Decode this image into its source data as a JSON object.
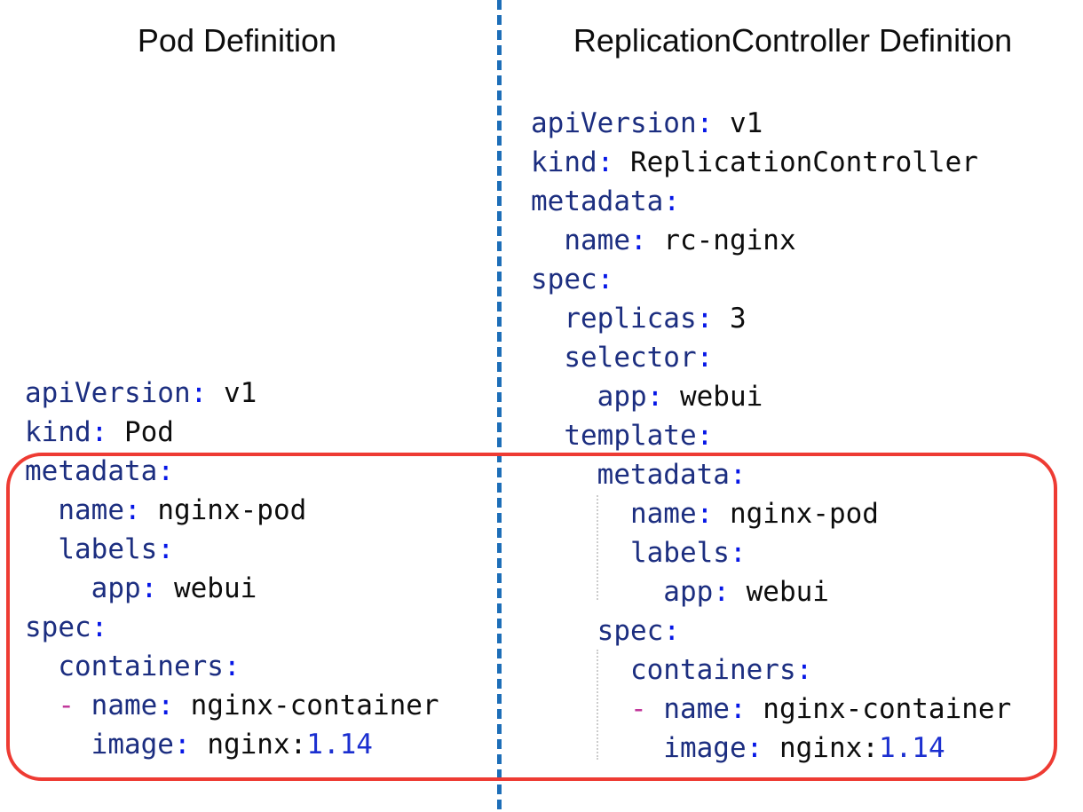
{
  "titles": {
    "left": "Pod Definition",
    "right": "ReplicationController Definition"
  },
  "colors": {
    "title_text": "#0d0d0d",
    "yaml_key": "#1c2e80",
    "yaml_colon": "#0617e6",
    "yaml_value": "#0d0d0d",
    "yaml_number": "#1b2fd0",
    "yaml_dash": "#c2399b",
    "divider_blue": "#1d6eb8",
    "highlight_red": "#ee3b33",
    "indent_guide_gray": "#cccccc",
    "background": "#ffffff"
  },
  "pod_yaml": {
    "lines": [
      {
        "tokens": [
          {
            "c": "key",
            "t": "apiVersion"
          },
          {
            "c": "colon",
            "t": ": "
          },
          {
            "c": "val",
            "t": "v1"
          }
        ]
      },
      {
        "tokens": [
          {
            "c": "key",
            "t": "kind"
          },
          {
            "c": "colon",
            "t": ": "
          },
          {
            "c": "val",
            "t": "Pod"
          }
        ]
      },
      {
        "tokens": [
          {
            "c": "key",
            "t": "metadata"
          },
          {
            "c": "colon",
            "t": ":"
          }
        ]
      },
      {
        "tokens": [
          {
            "c": "key",
            "t": "  name"
          },
          {
            "c": "colon",
            "t": ": "
          },
          {
            "c": "val",
            "t": "nginx-pod"
          }
        ]
      },
      {
        "tokens": [
          {
            "c": "key",
            "t": "  labels"
          },
          {
            "c": "colon",
            "t": ":"
          }
        ]
      },
      {
        "tokens": [
          {
            "c": "key",
            "t": "    app"
          },
          {
            "c": "colon",
            "t": ": "
          },
          {
            "c": "val",
            "t": "webui"
          }
        ]
      },
      {
        "tokens": [
          {
            "c": "key",
            "t": "spec"
          },
          {
            "c": "colon",
            "t": ":"
          }
        ]
      },
      {
        "tokens": [
          {
            "c": "key",
            "t": "  containers"
          },
          {
            "c": "colon",
            "t": ":"
          }
        ]
      },
      {
        "tokens": [
          {
            "c": "dash",
            "t": "  - "
          },
          {
            "c": "key",
            "t": "name"
          },
          {
            "c": "colon",
            "t": ": "
          },
          {
            "c": "val",
            "t": "nginx-container"
          }
        ]
      },
      {
        "tokens": [
          {
            "c": "key",
            "t": "    image"
          },
          {
            "c": "colon",
            "t": ": "
          },
          {
            "c": "val",
            "t": "nginx:"
          },
          {
            "c": "num",
            "t": "1.14"
          }
        ]
      }
    ]
  },
  "rc_yaml": {
    "lines": [
      {
        "tokens": [
          {
            "c": "key",
            "t": "apiVersion"
          },
          {
            "c": "colon",
            "t": ": "
          },
          {
            "c": "val",
            "t": "v1"
          }
        ]
      },
      {
        "tokens": [
          {
            "c": "key",
            "t": "kind"
          },
          {
            "c": "colon",
            "t": ": "
          },
          {
            "c": "val",
            "t": "ReplicationController"
          }
        ]
      },
      {
        "tokens": [
          {
            "c": "key",
            "t": "metadata"
          },
          {
            "c": "colon",
            "t": ":"
          }
        ]
      },
      {
        "tokens": [
          {
            "c": "key",
            "t": "  name"
          },
          {
            "c": "colon",
            "t": ": "
          },
          {
            "c": "val",
            "t": "rc-nginx"
          }
        ]
      },
      {
        "tokens": [
          {
            "c": "key",
            "t": "spec"
          },
          {
            "c": "colon",
            "t": ":"
          }
        ]
      },
      {
        "tokens": [
          {
            "c": "key",
            "t": "  replicas"
          },
          {
            "c": "colon",
            "t": ": "
          },
          {
            "c": "val",
            "t": "3"
          }
        ]
      },
      {
        "tokens": [
          {
            "c": "key",
            "t": "  selector"
          },
          {
            "c": "colon",
            "t": ":"
          }
        ]
      },
      {
        "tokens": [
          {
            "c": "key",
            "t": "    app"
          },
          {
            "c": "colon",
            "t": ": "
          },
          {
            "c": "val",
            "t": "webui"
          }
        ]
      },
      {
        "tokens": [
          {
            "c": "key",
            "t": "  template"
          },
          {
            "c": "colon",
            "t": ":"
          }
        ]
      },
      {
        "tokens": [
          {
            "c": "key",
            "t": "    metadata"
          },
          {
            "c": "colon",
            "t": ":"
          }
        ]
      },
      {
        "tokens": [
          {
            "c": "key",
            "t": "      name"
          },
          {
            "c": "colon",
            "t": ": "
          },
          {
            "c": "val",
            "t": "nginx-pod"
          }
        ]
      },
      {
        "tokens": [
          {
            "c": "key",
            "t": "      labels"
          },
          {
            "c": "colon",
            "t": ":"
          }
        ]
      },
      {
        "tokens": [
          {
            "c": "key",
            "t": "        app"
          },
          {
            "c": "colon",
            "t": ": "
          },
          {
            "c": "val",
            "t": "webui"
          }
        ]
      },
      {
        "tokens": [
          {
            "c": "key",
            "t": "    spec"
          },
          {
            "c": "colon",
            "t": ":"
          }
        ]
      },
      {
        "tokens": [
          {
            "c": "key",
            "t": "      containers"
          },
          {
            "c": "colon",
            "t": ":"
          }
        ]
      },
      {
        "tokens": [
          {
            "c": "dash",
            "t": "      - "
          },
          {
            "c": "key",
            "t": "name"
          },
          {
            "c": "colon",
            "t": ": "
          },
          {
            "c": "val",
            "t": "nginx-container"
          }
        ]
      },
      {
        "tokens": [
          {
            "c": "key",
            "t": "        image"
          },
          {
            "c": "colon",
            "t": ": "
          },
          {
            "c": "val",
            "t": "nginx:"
          },
          {
            "c": "num",
            "t": "1.14"
          }
        ]
      }
    ]
  }
}
